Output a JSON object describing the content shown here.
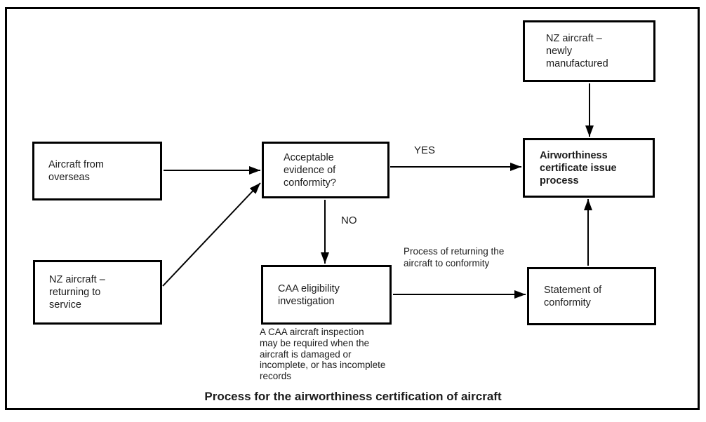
{
  "diagram": {
    "caption": "Process for the airworthiness certification of aircraft",
    "nodes": {
      "aircraft_from_overseas": "Aircraft from\noverseas",
      "nz_returning_to_service": "NZ aircraft –\nreturning to\nservice",
      "acceptable_evidence": "Acceptable\nevidence of\nconformity?",
      "caa_eligibility": "CAA eligibility\ninvestigation",
      "nz_newly_manufactured": "NZ aircraft –\nnewly\nmanufactured",
      "airworthiness_process": "Airworthiness\ncertificate issue\nprocess",
      "statement_of_conformity": "Statement of\nconformity"
    },
    "edge_labels": {
      "yes": "YES",
      "no": "NO",
      "returning_process": "Process of returning the\naircraft to conformity"
    },
    "note": "A CAA aircraft inspection\nmay be required when the\naircraft is damaged or\nincomplete, or has incomplete\nrecords",
    "colors": {
      "line": "#000000",
      "text": "#1c1c1c",
      "background": "#ffffff"
    }
  }
}
